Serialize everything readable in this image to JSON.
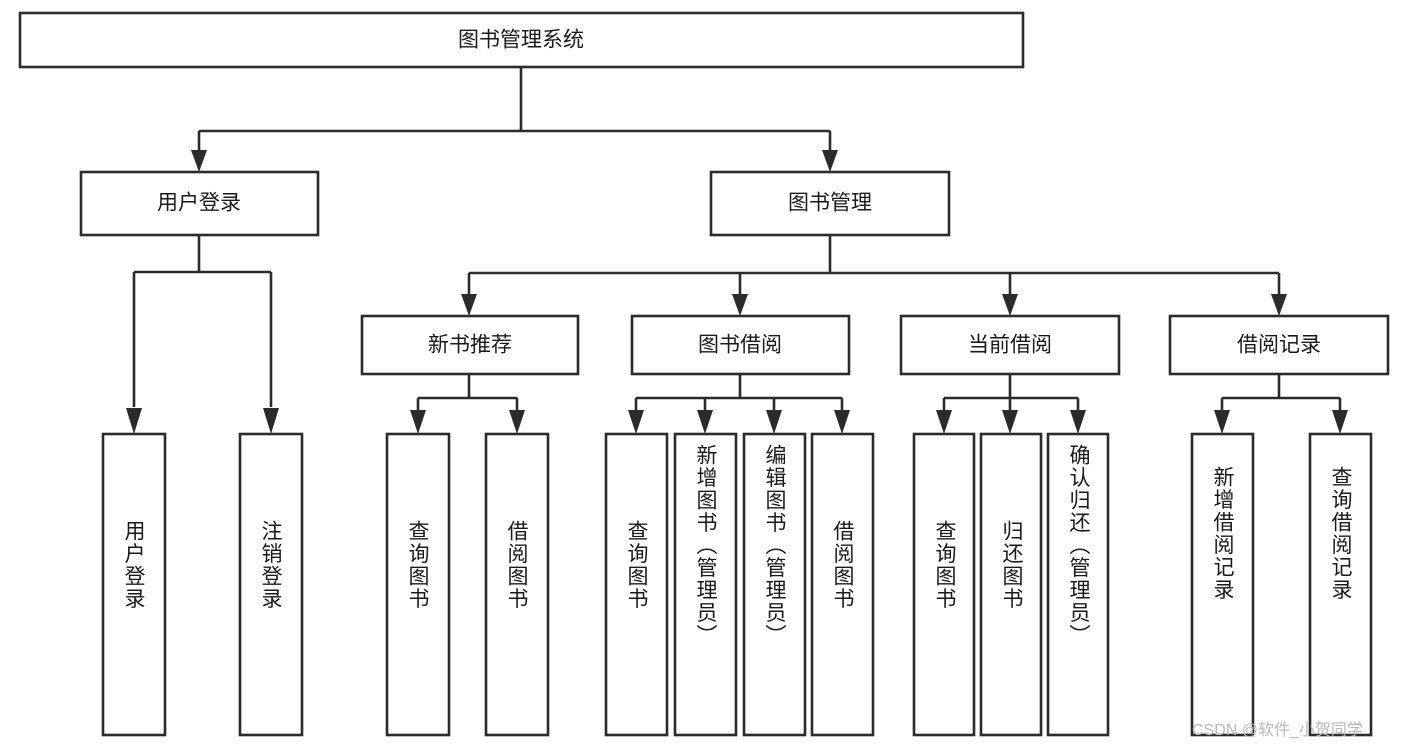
{
  "diagram": {
    "title": "图书管理系统",
    "type": "tree-flowchart",
    "watermark": "CSDN @软件_小贺同学",
    "colors": {
      "stroke": "#2b2b2b",
      "fill": "#ffffff",
      "text": "#1a1a1a",
      "watermark": "#b8b8b8"
    },
    "nodes": {
      "root": {
        "label": "图书管理系统"
      },
      "level2": [
        {
          "id": "user-login",
          "label": "用户登录"
        },
        {
          "id": "book-management",
          "label": "图书管理"
        }
      ],
      "level3": [
        {
          "id": "new-book-recommend",
          "label": "新书推荐"
        },
        {
          "id": "book-borrow",
          "label": "图书借阅"
        },
        {
          "id": "current-borrow",
          "label": "当前借阅"
        },
        {
          "id": "borrow-record",
          "label": "借阅记录"
        }
      ],
      "leaves": {
        "user-login": [
          {
            "id": "leaf-user-login",
            "label": "用户登录"
          },
          {
            "id": "leaf-user-logout",
            "label": "注销登录"
          }
        ],
        "new-book-recommend": [
          {
            "id": "leaf-query-book-1",
            "label": "查询图书"
          },
          {
            "id": "leaf-borrow-book-1",
            "label": "借阅图书"
          }
        ],
        "book-borrow": [
          {
            "id": "leaf-query-book-2",
            "label": "查询图书"
          },
          {
            "id": "leaf-add-book",
            "label": "新增图书（管理员）"
          },
          {
            "id": "leaf-edit-book",
            "label": "编辑图书（管理员）"
          },
          {
            "id": "leaf-borrow-book-2",
            "label": "借阅图书"
          }
        ],
        "current-borrow": [
          {
            "id": "leaf-query-book-3",
            "label": "查询图书"
          },
          {
            "id": "leaf-return-book",
            "label": "归还图书"
          },
          {
            "id": "leaf-confirm-return",
            "label": "确认归还（管理员）"
          }
        ],
        "borrow-record": [
          {
            "id": "leaf-add-record",
            "label": "新增借阅记录"
          },
          {
            "id": "leaf-query-record",
            "label": "查询借阅记录"
          }
        ]
      }
    }
  }
}
